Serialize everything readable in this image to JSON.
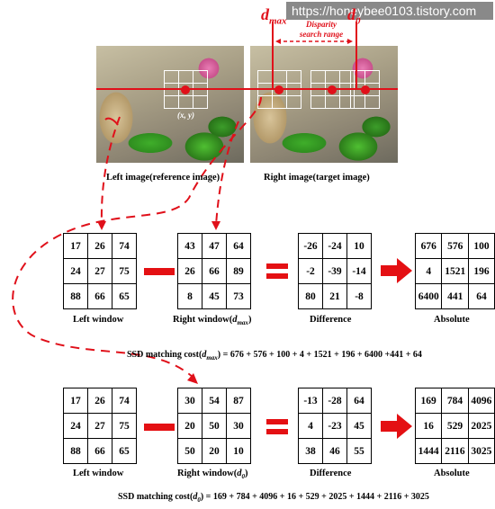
{
  "watermark": "https://honeybee0103.tistory.com",
  "top": {
    "dmax_label": "d",
    "dmax_sub": "max",
    "d0_label": "d",
    "d0_sub": "0",
    "disparity_label_1": "Disparity",
    "disparity_label_2": "search range",
    "xy_label": "(x, y)",
    "left_caption": "Left image(reference image)",
    "right_caption": "Right image(target image)"
  },
  "colors": {
    "accent_red": "#e41013",
    "grid_white": "#ffffff"
  },
  "row1": {
    "left_window": [
      [
        "17",
        "26",
        "74"
      ],
      [
        "24",
        "27",
        "75"
      ],
      [
        "88",
        "66",
        "65"
      ]
    ],
    "right_window": [
      [
        "43",
        "47",
        "64"
      ],
      [
        "26",
        "66",
        "89"
      ],
      [
        "8",
        "45",
        "73"
      ]
    ],
    "difference": [
      [
        "-26",
        "-24",
        "10"
      ],
      [
        "-2",
        "-39",
        "-14"
      ],
      [
        "80",
        "21",
        "-8"
      ]
    ],
    "absolute": [
      [
        "676",
        "576",
        "100"
      ],
      [
        "4",
        "1521",
        "196"
      ],
      [
        "6400",
        "441",
        "64"
      ]
    ],
    "left_label": "Left window",
    "right_label": "Right window(",
    "right_label_d": "d",
    "right_label_sub": "max",
    "right_label_end": ")",
    "diff_label": "Difference",
    "abs_label": "Absolute",
    "cost_prefix": "SSD matching cost(",
    "cost_d": "d",
    "cost_sub": "max",
    "cost_suffix": ") = 676 + 576 + 100 + 4 + 1521 + 196 + 6400 +441 + 64"
  },
  "row2": {
    "left_window": [
      [
        "17",
        "26",
        "74"
      ],
      [
        "24",
        "27",
        "75"
      ],
      [
        "88",
        "66",
        "65"
      ]
    ],
    "right_window": [
      [
        "30",
        "54",
        "87"
      ],
      [
        "20",
        "50",
        "30"
      ],
      [
        "50",
        "20",
        "10"
      ]
    ],
    "difference": [
      [
        "-13",
        "-28",
        "64"
      ],
      [
        "4",
        "-23",
        "45"
      ],
      [
        "38",
        "46",
        "55"
      ]
    ],
    "absolute": [
      [
        "169",
        "784",
        "4096"
      ],
      [
        "16",
        "529",
        "2025"
      ],
      [
        "1444",
        "2116",
        "3025"
      ]
    ],
    "left_label": "Left window",
    "right_label": "Right window(",
    "right_label_d": "d",
    "right_label_sub": "0",
    "right_label_end": ")",
    "diff_label": "Difference",
    "abs_label": "Absolute",
    "cost_prefix": "SSD matching cost(",
    "cost_d": "d",
    "cost_sub": "0",
    "cost_suffix": ") = 169 + 784 + 4096 + 16 + 529 + 2025 + 1444 + 2116 + 3025"
  }
}
